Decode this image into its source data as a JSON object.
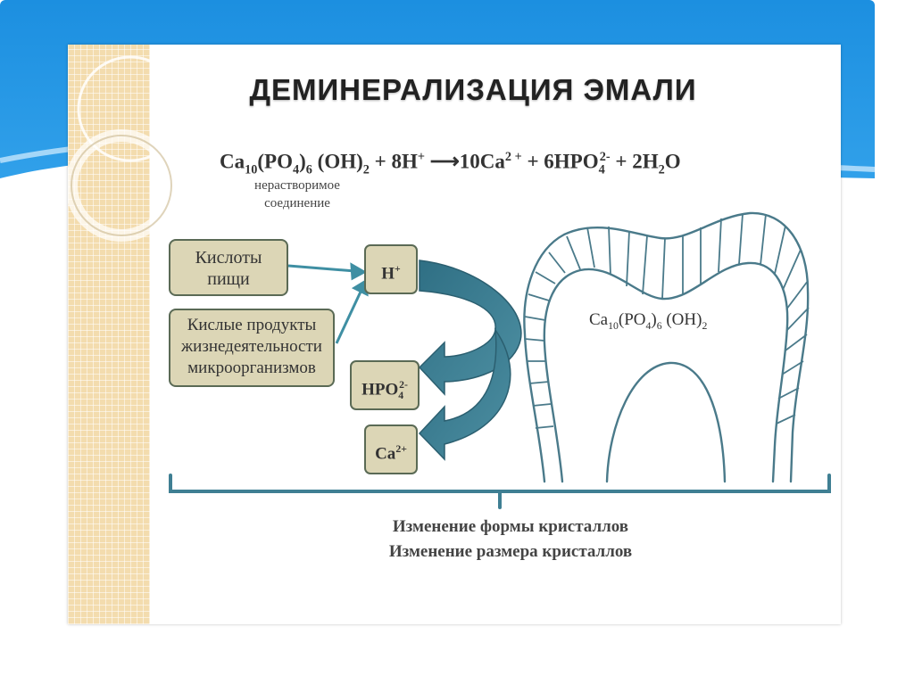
{
  "title": "ДЕМИНЕРАЛИЗАЦИЯ ЭМАЛИ",
  "equation": {
    "r1_a": "Ca",
    "r1_a_sub": "10",
    "r1_b": "(PO",
    "r1_b_sub": "4",
    "r1_c": ")",
    "r1_c_sub": "6",
    "r1_d": " (OH)",
    "r1_d_sub": "2",
    "plus1": " + ",
    "r2": "8H",
    "r2_sup": "+",
    "arrow": " ⟶",
    "p1": "10Ca",
    "p1_sup": "2 +",
    "plus2": " + ",
    "p2": "6HPO",
    "p2_sub": "4",
    "p2_sup": "2-",
    "plus3": " + ",
    "p3_a": "2H",
    "p3_sub": "2",
    "p3_b": "O"
  },
  "equation_note": {
    "line1": "нерастворимое",
    "line2": "соединение"
  },
  "boxes": {
    "food_acids": {
      "line1": "Кислоты",
      "line2": "пищи"
    },
    "microbe_products": {
      "line1": "Кислые продукты",
      "line2": "жизнедеятельности",
      "line3": "микроорганизмов"
    }
  },
  "ions": {
    "h": {
      "base": "H",
      "sup": "+"
    },
    "hpo4": {
      "base": "HPO",
      "sub": "4",
      "sup": "2-"
    },
    "ca": {
      "base": "Ca",
      "sup": "2+"
    }
  },
  "tooth_formula": {
    "a": "Ca",
    "a_sub": "10",
    "b": "(PO",
    "b_sub": "4",
    "c": ")",
    "c_sub": "6",
    "d": " (OH)",
    "d_sub": "2"
  },
  "captions": {
    "line1": "Изменение формы кристаллов",
    "line2": "Изменение размера кристаллов"
  },
  "colors": {
    "arrow_teal": "#3f7f93",
    "box_fill": "#dcd6b6",
    "bracket": "#3f7f93",
    "slide_blue": "#1c8fe0"
  }
}
